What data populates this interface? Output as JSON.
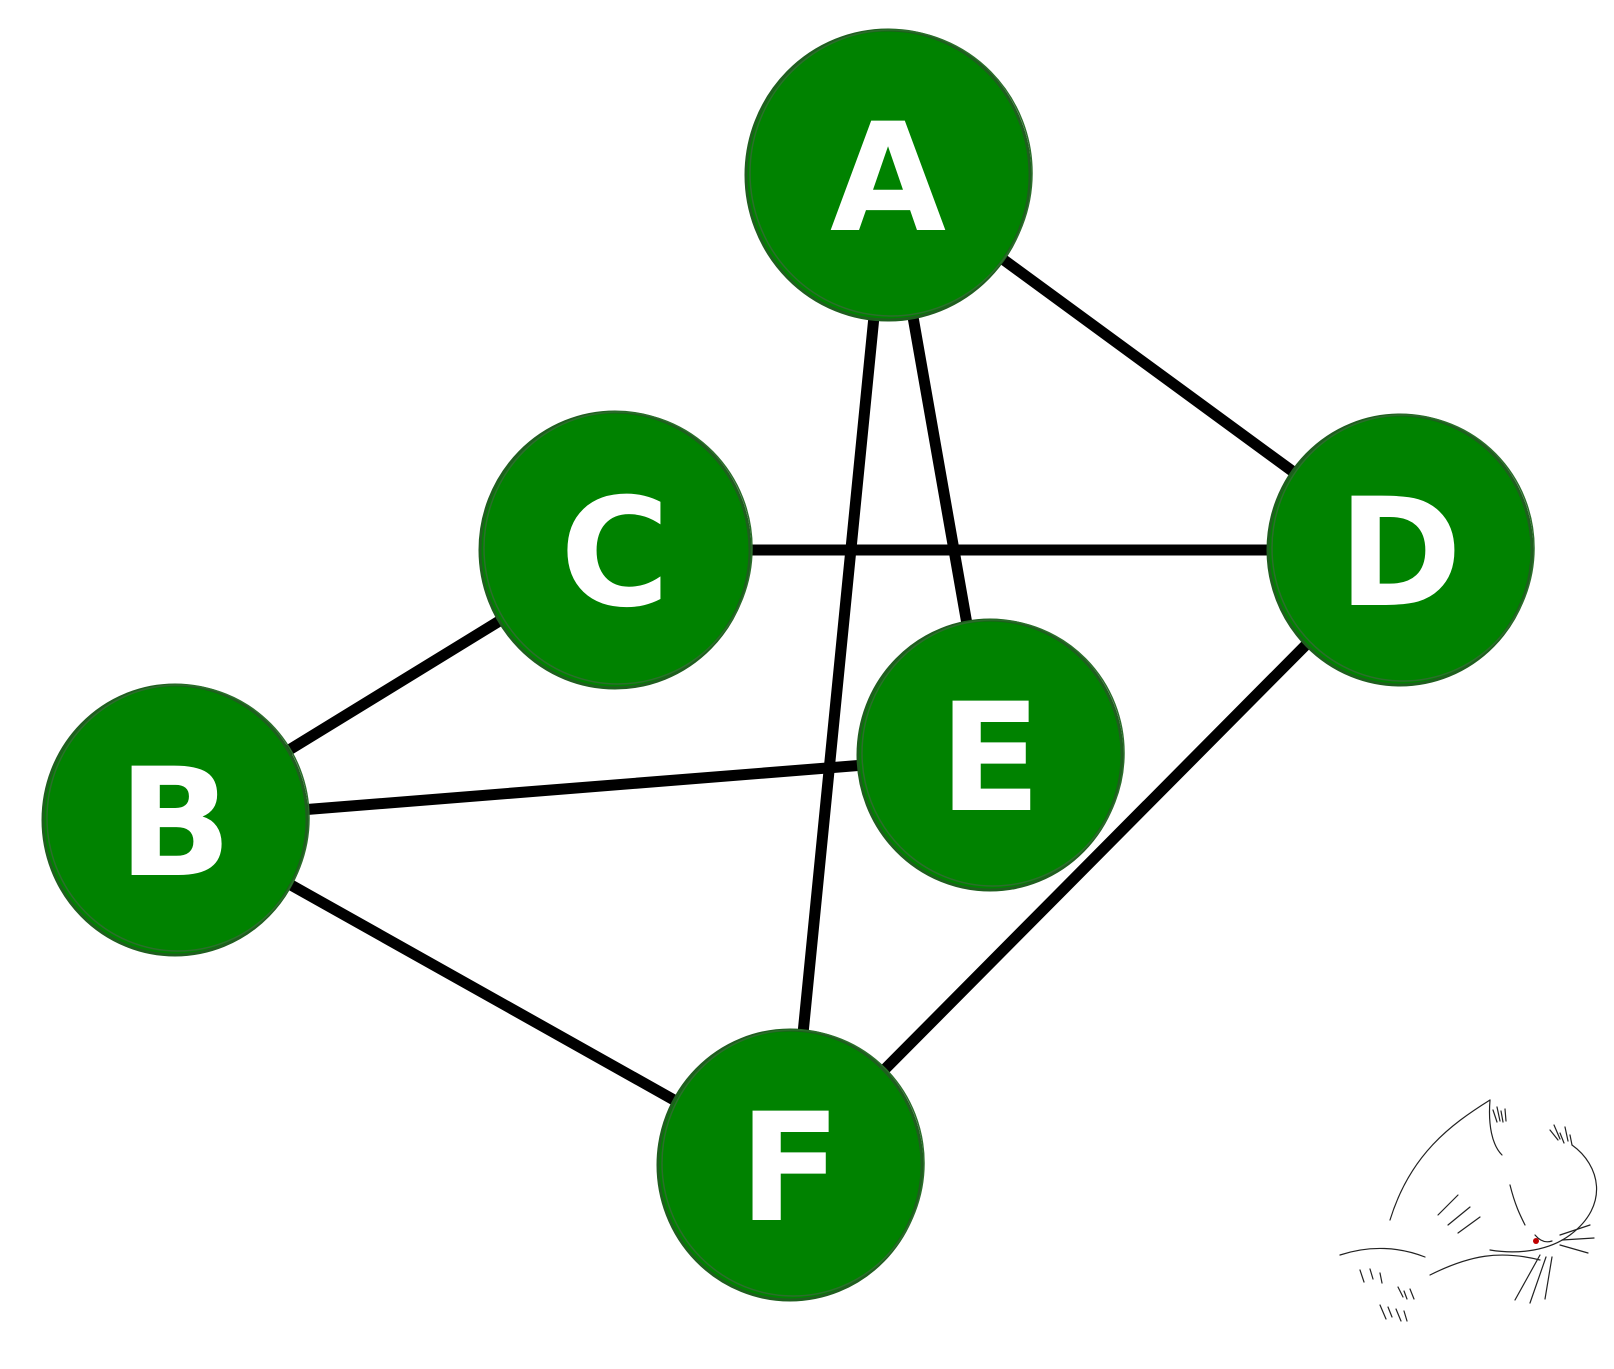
{
  "graph": {
    "colors": {
      "node_fill": "#008200",
      "node_stroke": "#1f5e1f",
      "label": "#ffffff",
      "edge": "#000000"
    },
    "nodes": [
      {
        "id": "A",
        "label": "A"
      },
      {
        "id": "B",
        "label": "B"
      },
      {
        "id": "C",
        "label": "C"
      },
      {
        "id": "D",
        "label": "D"
      },
      {
        "id": "E",
        "label": "E"
      },
      {
        "id": "F",
        "label": "F"
      }
    ],
    "edges": [
      {
        "from": "A",
        "to": "D"
      },
      {
        "from": "A",
        "to": "E"
      },
      {
        "from": "A",
        "to": "F"
      },
      {
        "from": "B",
        "to": "C"
      },
      {
        "from": "B",
        "to": "E"
      },
      {
        "from": "B",
        "to": "F"
      },
      {
        "from": "C",
        "to": "D"
      },
      {
        "from": "D",
        "to": "F"
      }
    ]
  },
  "decoration": {
    "icon": "sleeping-cat-icon"
  }
}
